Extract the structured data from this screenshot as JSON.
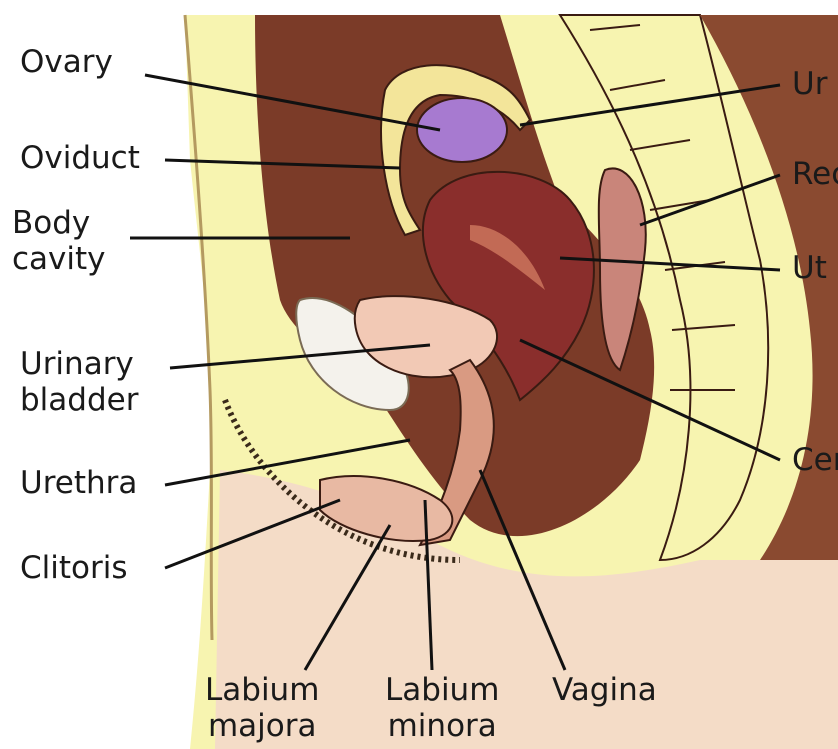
{
  "diagram": {
    "colors": {
      "skin": "#f6f3a8",
      "flesh": "#7a3d2a",
      "uterus": "#8a2e2c",
      "bladder": "#f2d6c9",
      "ovary": "#a77ad0",
      "outline": "#3a1b12",
      "line": "#111111"
    },
    "labels": {
      "ovary": "Ovary",
      "oviduct": "Oviduct",
      "body_cavity_1": "Body",
      "body_cavity_2": "cavity",
      "urinary_bladder_1": "Urinary",
      "urinary_bladder_2": "bladder",
      "urethra": "Urethra",
      "clitoris": "Clitoris",
      "labium_majora_1": "Labium",
      "labium_majora_2": "majora",
      "labium_minora_1": "Labium",
      "labium_minora_2": "minora",
      "vagina": "Vagina",
      "ureter_partial": "Ur",
      "rectum_partial": "Rec",
      "uterus_partial": "Ut",
      "cervix_partial": "Cer"
    }
  }
}
